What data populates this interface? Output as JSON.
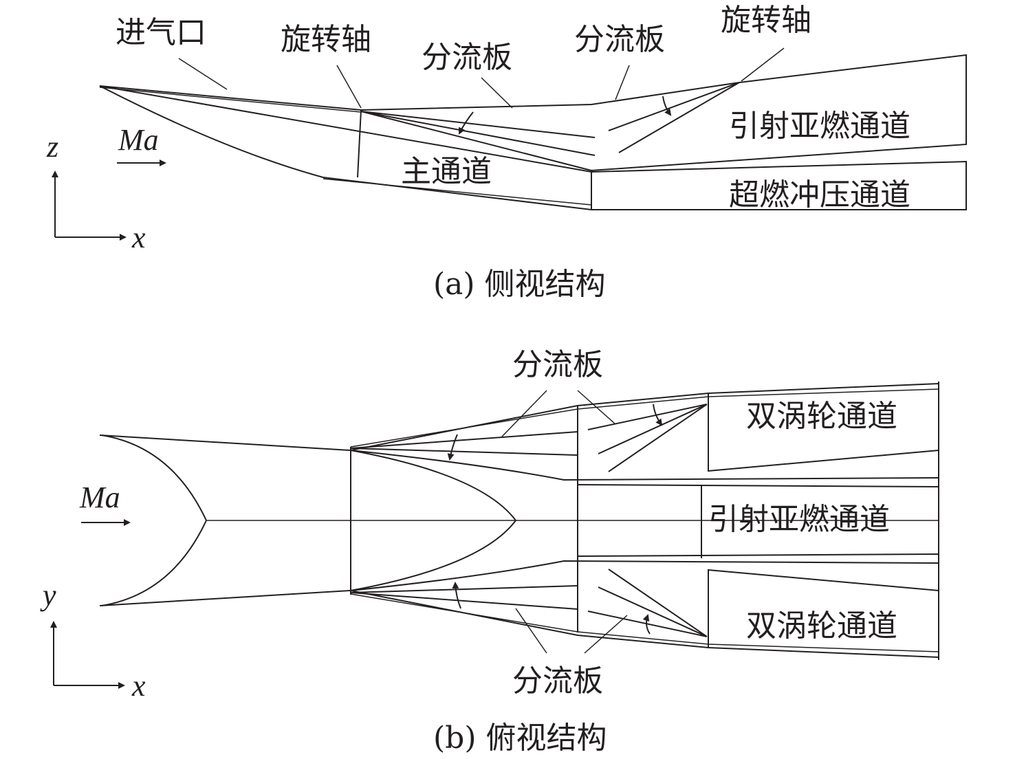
{
  "side_view": {
    "labels": {
      "inlet": "进气口",
      "rotation_axis_1": "旋转轴",
      "splitter_1": "分流板",
      "splitter_2": "分流板",
      "rotation_axis_2": "旋转轴",
      "ejector_ramjet_channel": "引射亚燃通道",
      "main_channel": "主通道",
      "scramjet_channel": "超燃冲压通道"
    },
    "flow_label": "Ma",
    "axis_vertical": "z",
    "axis_horizontal": "x",
    "caption": "(a) 侧视结构"
  },
  "top_view": {
    "labels": {
      "splitter_top": "分流板",
      "twin_turbine_channel_top": "双涡轮通道",
      "ejector_ramjet_channel": "引射亚燃通道",
      "twin_turbine_channel_bottom": "双涡轮通道",
      "splitter_bottom": "分流板"
    },
    "flow_label": "Ma",
    "axis_vertical": "y",
    "axis_horizontal": "x",
    "caption": "(b) 俯视结构"
  }
}
